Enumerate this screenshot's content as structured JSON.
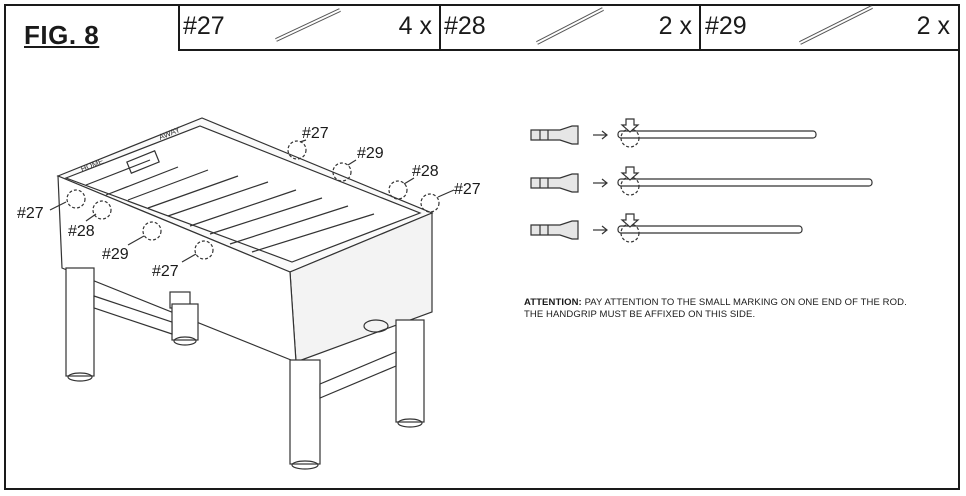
{
  "figure": {
    "title": "FIG. 8"
  },
  "parts": [
    {
      "code": "#27",
      "qty": "4 x"
    },
    {
      "code": "#28",
      "qty": "2 x"
    },
    {
      "code": "#29",
      "qty": "2 x"
    }
  ],
  "table_labels": {
    "home": "HOME",
    "away": "AWAY"
  },
  "callouts": [
    "#27",
    "#29",
    "#28",
    "#27",
    "#27",
    "#28",
    "#29",
    "#27"
  ],
  "note": {
    "label": "ATTENTION:",
    "text": " PAY ATTENTION TO THE SMALL MARKING ON ONE END OF THE ROD. THE HANDGRIP MUST BE AFFIXED ON THIS SIDE."
  }
}
